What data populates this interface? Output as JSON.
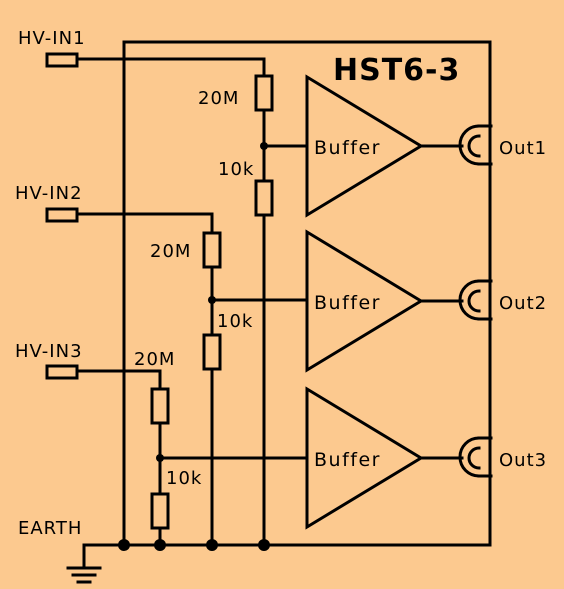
{
  "device": {
    "title": "HST6-3"
  },
  "inputs": [
    {
      "label": "HV-IN1"
    },
    {
      "label": "HV-IN2"
    },
    {
      "label": "HV-IN3"
    }
  ],
  "channels": [
    {
      "high_resistor": "20M",
      "low_resistor": "10k",
      "buffer": "Buffer",
      "output": "Out1"
    },
    {
      "high_resistor": "20M",
      "low_resistor": "10k",
      "buffer": "Buffer",
      "output": "Out2"
    },
    {
      "high_resistor": "20M",
      "low_resistor": "10k",
      "buffer": "Buffer",
      "output": "Out3"
    }
  ],
  "ground": {
    "label": "EARTH"
  }
}
